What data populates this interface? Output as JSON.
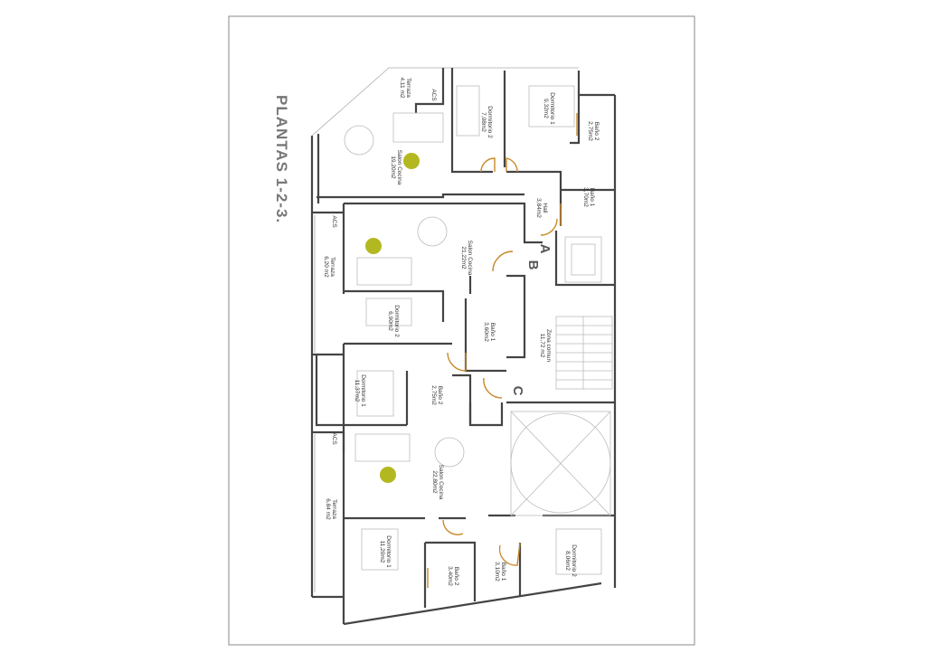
{
  "title": "PLANTAS 1-2-3.",
  "units": {
    "A": {
      "letter": "A",
      "rooms": [
        {
          "name": "Terraza",
          "area": "4,11 m2"
        },
        {
          "name": "ACS",
          "area": ""
        },
        {
          "name": "Dormitorio 2",
          "area": "7,08m2"
        },
        {
          "name": "Dormitorio 1",
          "area": "9,32m2"
        },
        {
          "name": "Baño 2",
          "area": "2,75m2"
        },
        {
          "name": "Salon Cocina",
          "area": "19,20m2"
        },
        {
          "name": "Hall",
          "area": "3,84m2"
        },
        {
          "name": "Baño 1",
          "area": "3,70m2"
        }
      ]
    },
    "B": {
      "letter": "B",
      "rooms": [
        {
          "name": "ACS",
          "area": ""
        },
        {
          "name": "Terraza",
          "area": "6,20 m2"
        },
        {
          "name": "Salon Cocina",
          "area": "21,22m2"
        },
        {
          "name": "Dormitorio 2",
          "area": "6,90m2"
        },
        {
          "name": "Baño 1",
          "area": "3,60m2"
        },
        {
          "name": "Dormitorio 1",
          "area": "11,37m2"
        },
        {
          "name": "Baño 2",
          "area": "2,75m2"
        }
      ]
    },
    "common": {
      "name": "Zona comun",
      "area": "11,72 m2"
    },
    "C": {
      "letter": "C",
      "rooms": [
        {
          "name": "ACS",
          "area": ""
        },
        {
          "name": "Salon Cocina",
          "area": "22,80m2"
        },
        {
          "name": "Terraza",
          "area": "6,84 m2"
        },
        {
          "name": "Dormitorio 1",
          "area": "11,20m2"
        },
        {
          "name": "Baño 2",
          "area": "3,40m2"
        },
        {
          "name": "Baño 1",
          "area": "3,10m2"
        },
        {
          "name": "Dormitorio 2",
          "area": "8,06m2"
        }
      ]
    }
  },
  "colors": {
    "walls": "#444444",
    "doors": "#c8892a",
    "plants": "#b3b820"
  }
}
